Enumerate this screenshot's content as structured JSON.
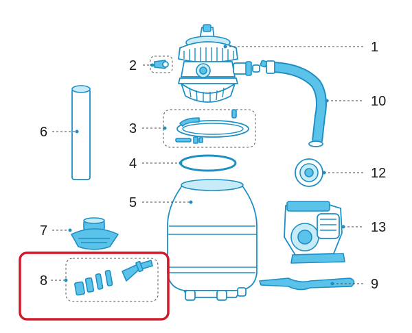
{
  "callouts": {
    "c1": "1",
    "c2": "2",
    "c3": "3",
    "c4": "4",
    "c5": "5",
    "c6": "6",
    "c7": "7",
    "c8": "8",
    "c9": "9",
    "c10": "10",
    "c12": "12",
    "c13": "13"
  },
  "colors": {
    "part_fill": "#5bc3ea",
    "part_stroke": "#1d8fc4",
    "highlight": "#d11a2a"
  }
}
